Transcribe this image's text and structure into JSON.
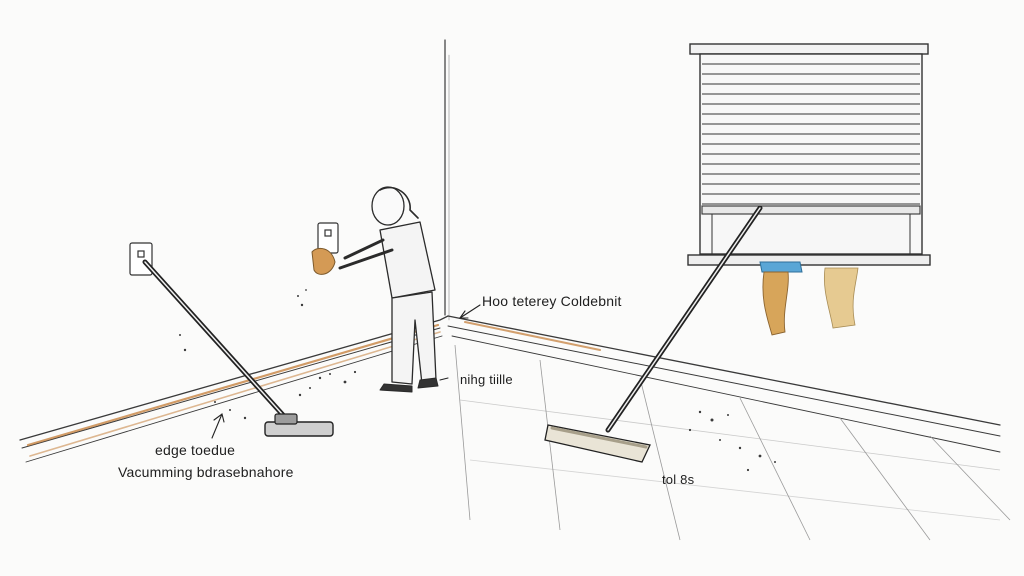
{
  "labels": {
    "baseboard_label": "Hoo teterey Coldebnit",
    "tile_label": "nihg tiille",
    "edge_label_line1": "edge toedue",
    "edge_label_line2": "Vacumming bdrasebnahore",
    "tools_label": "tol 8s"
  },
  "colors": {
    "ink": "#2a2a2a",
    "wood_trim": "#c98a4b",
    "cloth_blue": "#5aa6d6",
    "cloth_tan": "#d7a55a"
  }
}
